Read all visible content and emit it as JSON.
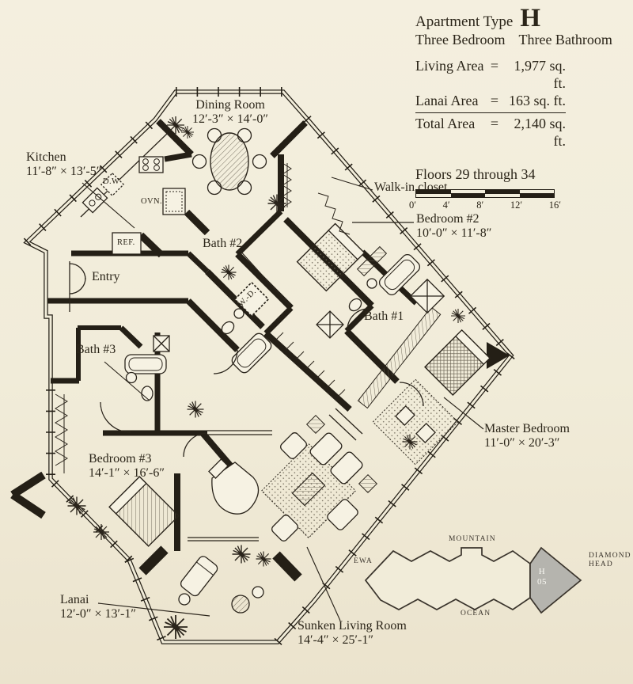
{
  "colors": {
    "paper": "#f1ecd9",
    "ink": "#241f16",
    "unit_fill": "#b5b4ae"
  },
  "title_block": {
    "type_label": "Apartment Type",
    "type_letter": "H",
    "bedrooms": "Three Bedroom",
    "bathrooms": "Three Bathroom",
    "area_rows": [
      {
        "label": "Living Area",
        "eq": "=",
        "value": "1,977 sq. ft."
      },
      {
        "label": "Lanai Area",
        "eq": "=",
        "value": "163 sq. ft."
      },
      {
        "label": "Total Area",
        "eq": "=",
        "value": "2,140 sq. ft."
      }
    ],
    "floors": "Floors 29 through 34",
    "scale_ticks": [
      "0′",
      "4′",
      "8′",
      "12′",
      "16′"
    ]
  },
  "rooms": [
    {
      "name": "Dining Room",
      "dims": "12′-3″ × 14′-0″"
    },
    {
      "name": "Kitchen",
      "dims": "11′-8″ × 13′-5″"
    },
    {
      "name": "Walk-in closet"
    },
    {
      "name": "Bedroom #2",
      "dims": "10′-0″ × 11′-8″"
    },
    {
      "name": "Bath #2"
    },
    {
      "name": "Entry"
    },
    {
      "name": "Bath #1"
    },
    {
      "name": "Bath #3"
    },
    {
      "name": "Master Bedroom",
      "dims": "11′-0″ × 20′-3″"
    },
    {
      "name": "Bedroom #3",
      "dims": "14′-1″ × 16′-6″"
    },
    {
      "name": "Lanai",
      "dims": "12′-0″ × 13′-1″"
    },
    {
      "name": "Sunken Living Room",
      "dims": "14′-4″ × 25′-1″"
    }
  ],
  "appliances": {
    "dishwasher": "D.W",
    "oven": "OVN.",
    "refrigerator": "REF.",
    "washer_dryer": "W.-D."
  },
  "key_plan": {
    "mountain": "MOUNTAIN",
    "ocean": "OCEAN",
    "ewa": "EWA",
    "diamond_head_line1": "DIAMOND",
    "diamond_head_line2": "HEAD",
    "unit_letter": "H",
    "unit_number": "05"
  }
}
